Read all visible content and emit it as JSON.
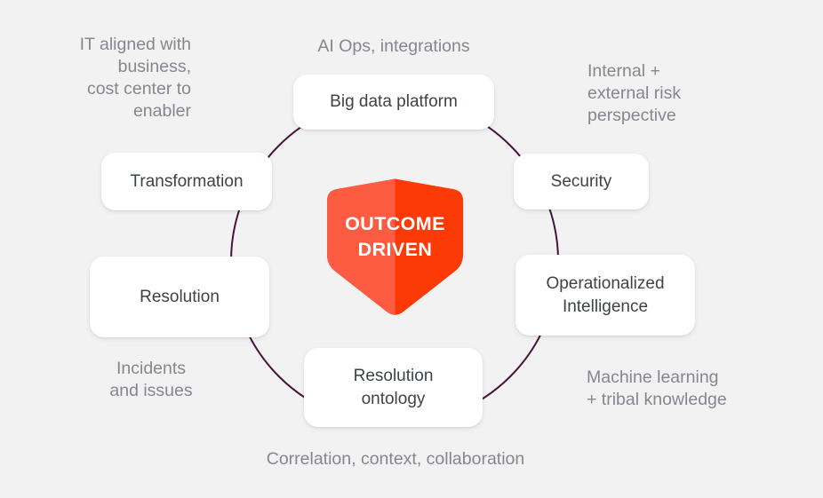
{
  "colors": {
    "background": "#F2F2F3",
    "circle_stroke": "#471439",
    "node_background": "#FFFFFF",
    "node_text": "#3E4347",
    "annotation_text": "#85878E",
    "shield_left": "#FD5C42",
    "shield_right": "#FC3A05",
    "badge_text": "#FFFFFF"
  },
  "badge": {
    "text": "OUTCOME\nDRIVEN"
  },
  "nodes": [
    {
      "id": "big-data-platform",
      "label": "Big data platform"
    },
    {
      "id": "security",
      "label": "Security"
    },
    {
      "id": "operationalized-intelligence",
      "label": "Operationalized\nIntelligence"
    },
    {
      "id": "resolution-ontology",
      "label": "Resolution\nontology"
    },
    {
      "id": "resolution",
      "label": "Resolution"
    },
    {
      "id": "transformation",
      "label": "Transformation"
    }
  ],
  "annotations": [
    {
      "id": "it-aligned",
      "text": "IT aligned with\nbusiness,\ncost center to\nenabler"
    },
    {
      "id": "ai-ops",
      "text": "AI Ops, integrations"
    },
    {
      "id": "internal-external-risk",
      "text": "Internal +\nexternal risk\nperspective"
    },
    {
      "id": "machine-learning",
      "text": "Machine learning\n+ tribal knowledge"
    },
    {
      "id": "correlation",
      "text": "Correlation, context, collaboration"
    },
    {
      "id": "incidents",
      "text": "Incidents\nand issues"
    }
  ]
}
